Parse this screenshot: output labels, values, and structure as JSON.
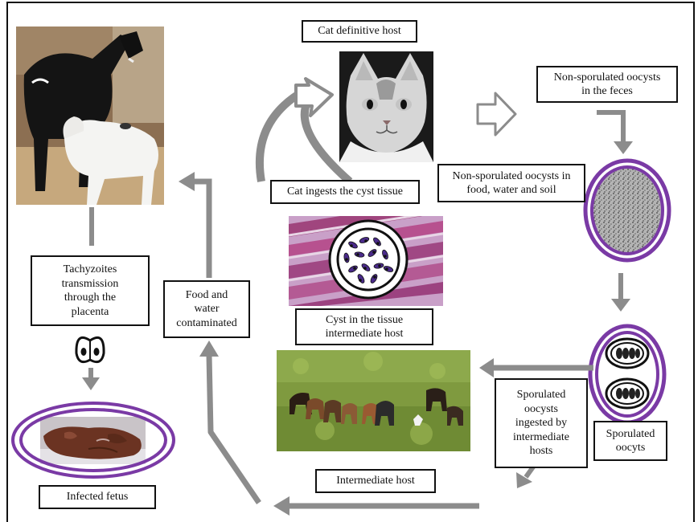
{
  "labels": {
    "cat_host": "Cat definitive host",
    "non_sporulated_feces": "Non-sporulated oocysts\nin the feces",
    "non_sporulated_env": "Non-sporulated oocysts in\nfood, water and soil",
    "cat_ingests": "Cat ingests the cyst tissue",
    "cyst_tissue": "Cyst in the tissue\nintermediate host",
    "tachyzoites": "Tachyzoites\ntransmission\nthrough the\nplacenta",
    "food_water": "Food and\nwater\ncontaminated",
    "sporulated_ingested": "Sporulated\noocysts\ningested by\nintermediate\nhosts",
    "sporulated_oocysts": "Sporulated\noocyts",
    "intermediate_host": "Intermediate host",
    "infected_fetus": "Infected fetus"
  },
  "colors": {
    "arrow": "#8c8c8c",
    "ring": "#7a3aa5",
    "label_border": "#111111"
  },
  "icons": [
    "cat-photo",
    "goats-photo",
    "grazing-goats-photo",
    "muscle-tissue-photo",
    "fetus-photo",
    "oocyst-ring",
    "sporulated-oocyst-ring",
    "placenta-icon"
  ]
}
